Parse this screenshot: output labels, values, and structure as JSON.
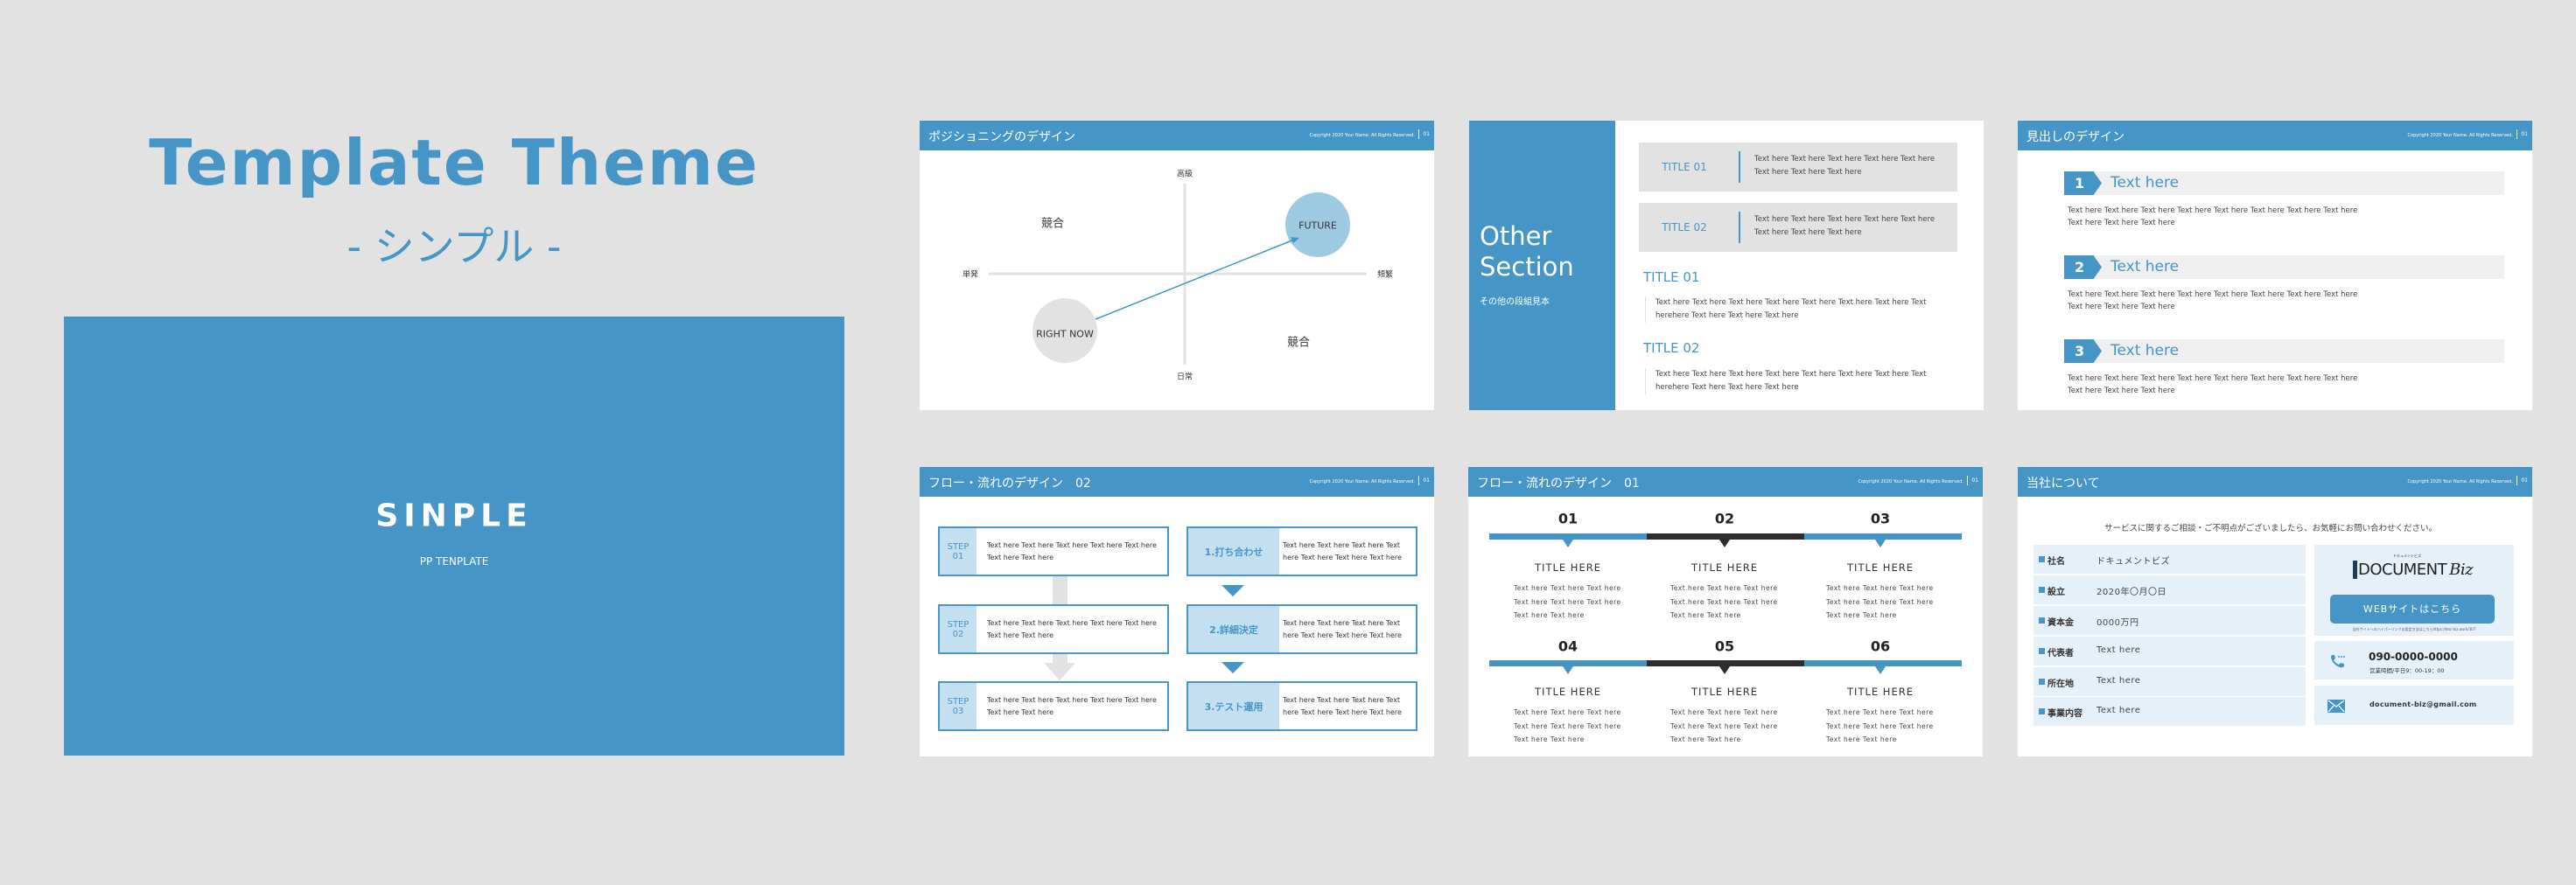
{
  "title": "Template Theme",
  "subtitle": "- シンプル -",
  "cover": {
    "title": "SINPLE",
    "subtitle": "PP TENPLATE"
  },
  "colors": {
    "brand": "#4596c6",
    "light": "#c3dff0",
    "background": "#e2e2e2",
    "dark": "#2d2d2d"
  },
  "common": {
    "copyright": "Copyright 2020 Your Name. All Rights Reserved.",
    "page": "01"
  },
  "positioning": {
    "header": "ポジショニングのデザイン",
    "axis": {
      "top": "高級",
      "bottom": "日常",
      "left": "単発",
      "right": "頻繁"
    },
    "competitors": [
      "競合",
      "競合"
    ],
    "future": "FUTURE",
    "right_now": "RIGHT NOW"
  },
  "section": {
    "title_line1": "Other",
    "title_line2": "Section",
    "subtitle": "その他の段組見本",
    "boxes": [
      {
        "title": "TITLE 01",
        "body": "Text here Text here Text here Text here Text here Text here Text here Text here"
      },
      {
        "title": "TITLE 02",
        "body": "Text here Text here Text here Text here Text here Text here Text here Text here"
      }
    ],
    "items": [
      {
        "title": "TITLE 01",
        "body": "Text here Text here Text here Text here Text here Text here Text here Text herehere Text here Text here Text here"
      },
      {
        "title": "TITLE 02",
        "body": "Text here Text here Text here Text here Text here Text here Text here Text herehere Text here Text here Text here"
      }
    ]
  },
  "headings": {
    "header": "見出しのデザイン",
    "items": [
      {
        "num": "1",
        "title": "Text here",
        "body": "Text here Text here Text here Text here Text here Text here Text here Text here Text here Text here Text here"
      },
      {
        "num": "2",
        "title": "Text here",
        "body": "Text here Text here Text here Text here Text here Text here Text here Text here Text here Text here Text here"
      },
      {
        "num": "3",
        "title": "Text here",
        "body": "Text here Text here Text here Text here Text here Text here Text here Text here Text here Text here Text here"
      }
    ]
  },
  "flow02": {
    "header": "フロー・流れのデザイン　02",
    "steps": [
      {
        "label": "STEP 01",
        "body": "Text here Text here Text here Text here Text here Text here Text here"
      },
      {
        "label": "STEP 02",
        "body": "Text here Text here Text here Text here Text here Text here Text here"
      },
      {
        "label": "STEP 03",
        "body": "Text here Text here Text here Text here Text here Text here Text here"
      }
    ],
    "phases": [
      {
        "label": "1.打ち合わせ",
        "body": "Text here Text here Text here Text here Text here Text here Text here"
      },
      {
        "label": "2.詳細決定",
        "body": "Text here Text here Text here Text here Text here Text here Text here"
      },
      {
        "label": "3.テスト運用",
        "body": "Text here Text here Text here Text here Text here Text here Text here"
      }
    ]
  },
  "flow01": {
    "header": "フロー・流れのデザイン　01",
    "items": [
      {
        "num": "01",
        "title": "TITLE HERE",
        "lines": [
          "Text here Text here Text here",
          "Text here Text here Text here",
          "Text here Text here"
        ]
      },
      {
        "num": "02",
        "title": "TITLE HERE",
        "lines": [
          "Text here Text here Text here",
          "Text here Text here Text here",
          "Text here Text here"
        ]
      },
      {
        "num": "03",
        "title": "TITLE HERE",
        "lines": [
          "Text here Text here Text here",
          "Text here Text here Text here",
          "Text here Text here"
        ]
      },
      {
        "num": "04",
        "title": "TITLE HERE",
        "lines": [
          "Text here Text here Text here",
          "Text here Text here Text here",
          "Text here Text here"
        ]
      },
      {
        "num": "05",
        "title": "TITLE HERE",
        "lines": [
          "Text here Text here Text here",
          "Text here Text here Text here",
          "Text here Text here"
        ]
      },
      {
        "num": "06",
        "title": "TITLE HERE",
        "lines": [
          "Text here Text here Text here",
          "Text here Text here Text here",
          "Text here Text here"
        ]
      }
    ]
  },
  "company": {
    "header": "当社について",
    "intro": "サービスに関するご相談・ご不明点がございましたら、お気軽にお問い合わせください。",
    "rows": [
      {
        "label": "社名",
        "value": "ドキュメントビズ"
      },
      {
        "label": "設立",
        "value": "2020年〇月〇日"
      },
      {
        "label": "資本金",
        "value": "0000万円"
      },
      {
        "label": "代表者",
        "value": "Text here"
      },
      {
        "label": "所在地",
        "value": "Text here"
      },
      {
        "label": "事業内容",
        "value": "Text here"
      }
    ],
    "logo": {
      "kana": "ドキュメントビズ",
      "main": "DOCUMENT",
      "suffix": "Biz"
    },
    "web_button": "WEBサイトはこちら",
    "web_note": "自社サイトへのハイパーリンクの設定方法はこちらhttps://doc-biz.work/307",
    "phone": "090-0000-0000",
    "hours": "営業時間/平日9：00-19：00",
    "email": "document-biz@gmail.com"
  }
}
